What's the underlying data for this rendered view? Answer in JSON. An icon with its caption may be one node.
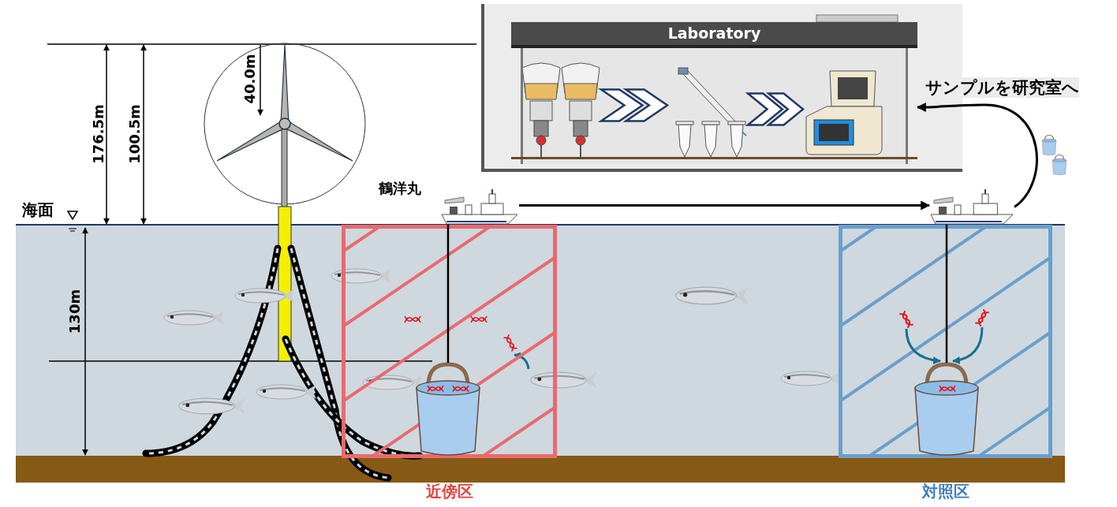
{
  "diagram": {
    "nodes": [
      {
        "text": [
          "Laboratory"
        ]
      },
      {
        "text": [],
        "shape": "picture",
        "in": 0
      },
      {
        "text": [],
        "shape": "picture",
        "in": 0
      },
      {
        "text": [],
        "shape": "picture",
        "in": 0
      },
      {
        "text": [],
        "shape": "picture"
      },
      {
        "text": [],
        "shape": "picture"
      },
      {
        "text": [
          "近傍区"
        ]
      },
      {
        "text": [
          "対照区"
        ]
      },
      {
        "text": [],
        "shape": "bucket",
        "in": 6
      },
      {
        "text": [],
        "shape": "bucket",
        "in": 7
      },
      {
        "text": [],
        "shape": "picture",
        "in": 7
      },
      {
        "text": [],
        "shape": "picture",
        "in": 7
      }
    ],
    "edges": [
      {
        "from": 1,
        "to": 2,
        "arrow": "to"
      },
      {
        "from": 2,
        "to": 3,
        "arrow": "to"
      },
      {
        "from": 4,
        "to": 5,
        "arrow": "to"
      },
      {
        "from": 5,
        "to": 0,
        "arrow": "to",
        "label": "サンプルを研究室へ"
      },
      {
        "from": 4,
        "to": 8,
        "arrow": "none"
      },
      {
        "from": 5,
        "to": 9,
        "arrow": "none"
      },
      {
        "from": 10,
        "to": 9,
        "arrow": "to",
        "color": "#17708e"
      },
      {
        "from": 11,
        "to": 9,
        "arrow": "to",
        "color": "#17708e"
      }
    ],
    "labels": [
      "鶴洋丸",
      "海面",
      "176.5m",
      "100.5m",
      "40.0m",
      "130m"
    ]
  }
}
